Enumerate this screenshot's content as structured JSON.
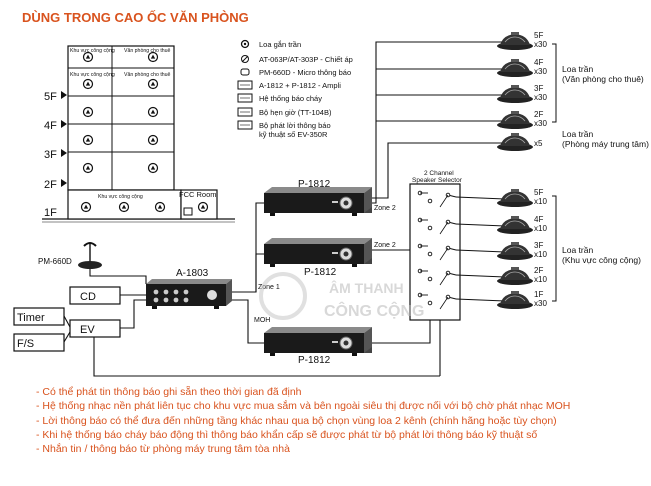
{
  "title": "DÙNG TRONG CAO ỐC VĂN PHÒNG",
  "building": {
    "floors": [
      "5F",
      "4F",
      "3F",
      "2F",
      "1F"
    ],
    "zone_left": "Khu vực công cộng",
    "zone_right": "Văn phòng cho thuê",
    "fcc_room": "FCC Room"
  },
  "legend": [
    {
      "icon": "ceiling-speaker",
      "label": "Loa gắn trần"
    },
    {
      "icon": "attenuator",
      "label": "AT-063P/AT-303P - Chiết áp"
    },
    {
      "icon": "microphone",
      "label": "PM-660D - Micro thông báo"
    },
    {
      "icon": "amplifier",
      "label": "A-1812 + P-1812 - Ampli"
    },
    {
      "icon": "fire-alarm",
      "label": "Hệ thống báo cháy"
    },
    {
      "icon": "timer",
      "label": "Bộ hẹn giờ (TT-104B)"
    },
    {
      "icon": "ev",
      "label": "Bộ phát lời thông báo\nkỹ thuật số EV-350R"
    }
  ],
  "devices": {
    "mic": "PM-660D",
    "mixer": "A-1803",
    "amp_top": "P-1812",
    "amp_mid": "P-1812",
    "amp_bottom": "P-1812",
    "cd": "CD",
    "timer": "Timer",
    "ev": "EV",
    "fs": "F/S",
    "selector": "2 Channel\nSpeaker Selector"
  },
  "wires": {
    "zone1": "Zone 1",
    "zone2_top": "Zone 2",
    "zone2_mid": "Zone 2",
    "moh": "MOH"
  },
  "speakers_top": [
    {
      "floor": "5F",
      "qty": "x30"
    },
    {
      "floor": "4F",
      "qty": "x30"
    },
    {
      "floor": "3F",
      "qty": "x30"
    },
    {
      "floor": "2F",
      "qty": "x30"
    },
    {
      "floor": "",
      "qty": "x5"
    }
  ],
  "speakers_bottom": [
    {
      "floor": "5F",
      "qty": "x10"
    },
    {
      "floor": "4F",
      "qty": "x10"
    },
    {
      "floor": "3F",
      "qty": "x10"
    },
    {
      "floor": "2F",
      "qty": "x10"
    },
    {
      "floor": "1F",
      "qty": "x30"
    }
  ],
  "group_labels": {
    "office": "Loa trần\n(Văn phòng cho thuê)",
    "central": "Loa trần\n(Phòng máy trung tâm)",
    "public": "Loa trần\n(Khu vực công cộng)"
  },
  "watermark": {
    "line1": "ÂM THANH",
    "line2": "CÔNG CỘNG"
  },
  "bullets": [
    "- Có thể phát tin thông báo ghi sẵn theo thời gian đã định",
    "- Hệ thống nhạc nền phát liên tục cho khu vực mua sắm và bên ngoài siêu thị được nối với bộ chờ phát nhạc MOH",
    "- Lời thông báo có thể đưa đến những tầng khác nhau qua bộ chọn vùng loa 2 kênh (chính hãng hoặc tùy chọn)",
    "- Khi hệ thống báo cháy báo động thì thông báo khẩn cấp sẽ được phát từ bộ phát lời thông báo kỹ thuật số",
    "- Nhắn tin / thông báo từ phòng máy trung tâm tòa nhà"
  ],
  "colors": {
    "title": "#d9531e",
    "line": "#111111",
    "watermark": "#b9b9b9"
  }
}
